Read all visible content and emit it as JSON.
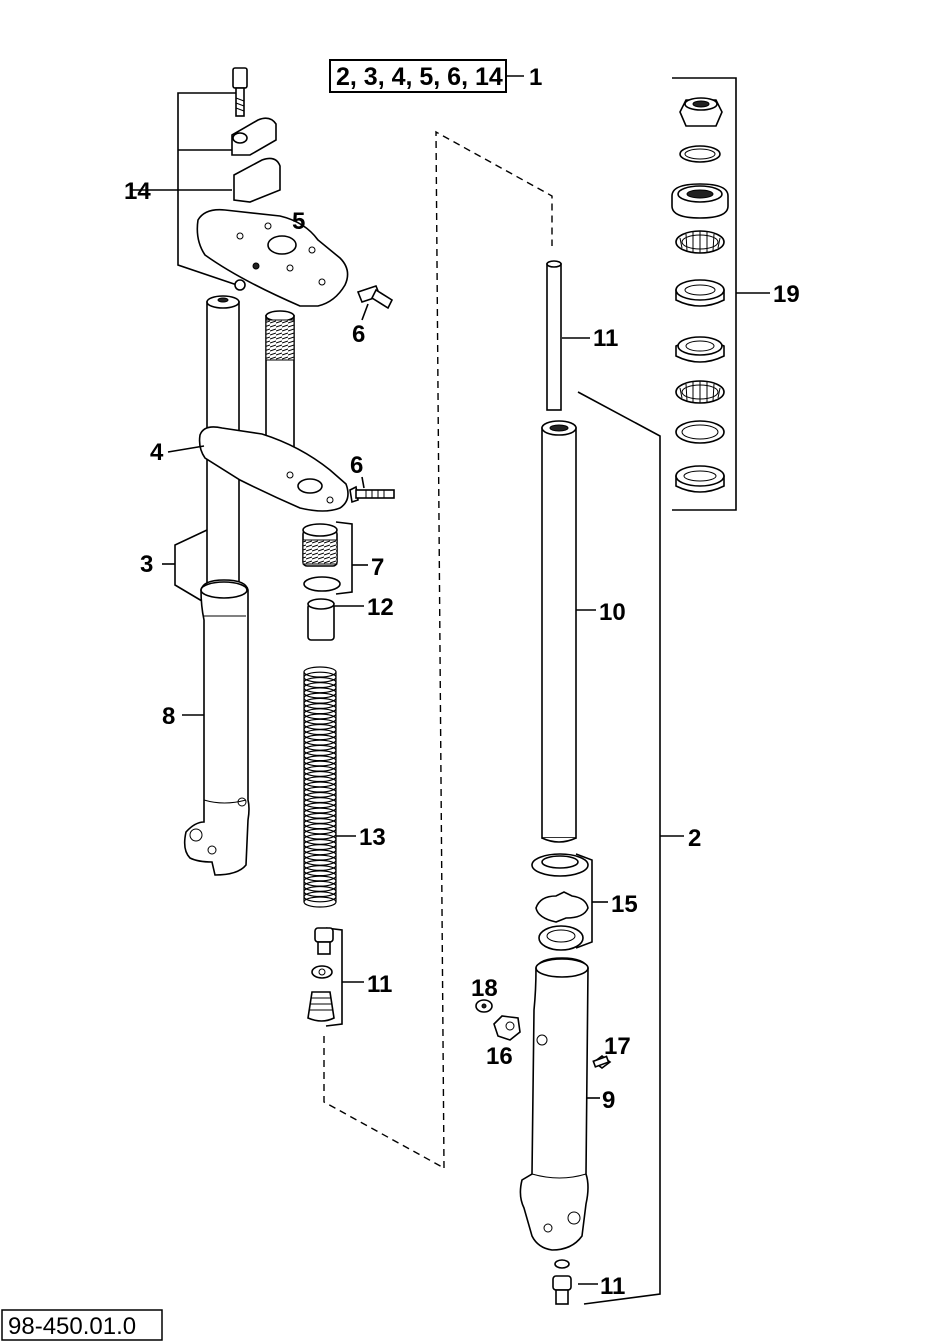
{
  "header": {
    "label": "2, 3, 4, 5, 6, 14",
    "target": "1"
  },
  "footer": {
    "code": "98-450.01.0"
  },
  "callouts": {
    "c14": "14",
    "c5": "5",
    "c6a": "6",
    "c4": "4",
    "c6b": "6",
    "c3": "3",
    "c7": "7",
    "c12": "12",
    "c8": "8",
    "c13": "13",
    "c11a": "11",
    "c11b": "11",
    "c10": "10",
    "c2": "2",
    "c15": "15",
    "c18": "18",
    "c16": "16",
    "c17": "17",
    "c9": "9",
    "c11c": "11",
    "c19": "19"
  }
}
